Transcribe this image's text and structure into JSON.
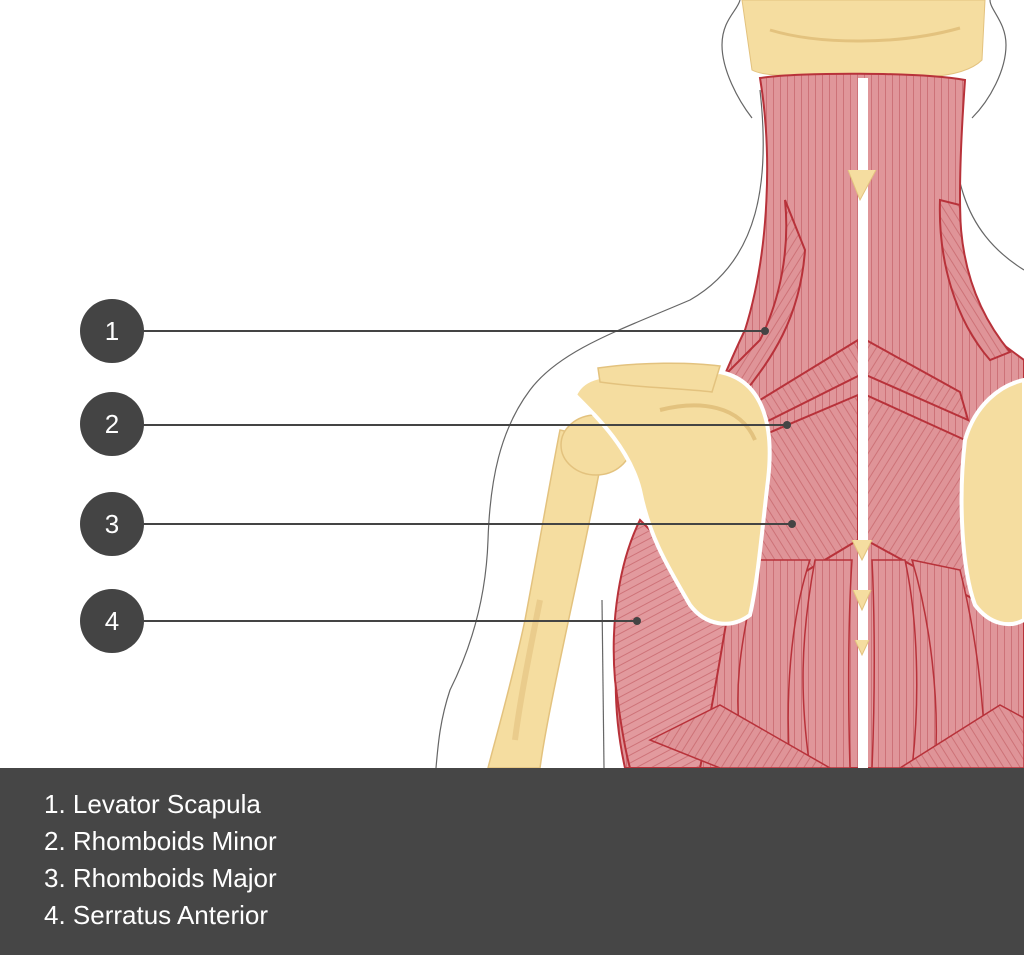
{
  "colors": {
    "muscle": "#e0969a",
    "muscle_stroke": "#b8323a",
    "bone": "#f5dda0",
    "bone_shade": "#e3c27e",
    "outline": "#666666",
    "leader_line": "#444444",
    "marker_fill": "#444444",
    "legend_background": "#464646",
    "legend_text": "#ffffff"
  },
  "markers": [
    "1",
    "2",
    "3",
    "4"
  ],
  "legend": [
    "1. Levator Scapula",
    "2. Rhomboids Minor",
    "3. Rhomboids Major",
    "4. Serratus Anterior"
  ]
}
